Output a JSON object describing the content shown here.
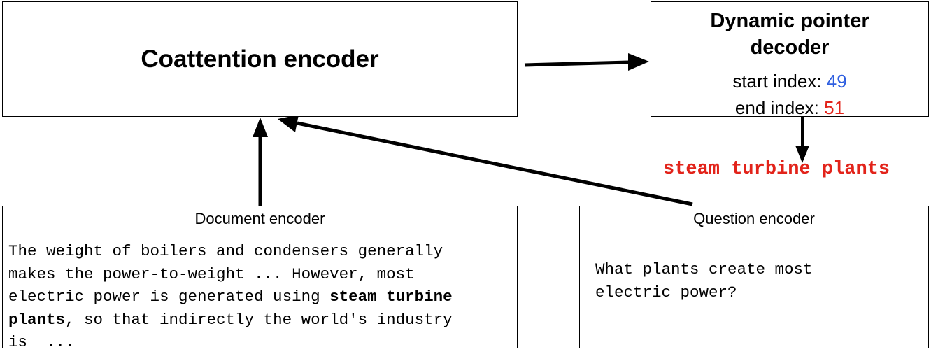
{
  "coattention": {
    "title": "Coattention encoder"
  },
  "decoder": {
    "title_line1": "Dynamic pointer",
    "title_line2": "decoder",
    "start_label": "start index: ",
    "start_value": "49",
    "end_label": "end index: ",
    "end_value": "51"
  },
  "answer": "steam turbine plants",
  "document_encoder": {
    "title": "Document encoder",
    "line1": "The weight of boilers and condensers generally",
    "line2": "makes the power-to-weight ... However, most",
    "line3_pre": "electric power is generated using ",
    "line3_bold": "steam turbine",
    "line4_bold": "plants",
    "line4_post": ", so that indirectly the world's industry",
    "line5": "is  ..."
  },
  "question_encoder": {
    "title": "Question encoder",
    "line1": "What plants create most",
    "line2": "electric power?"
  },
  "colors": {
    "start_index": "#2f5fe0",
    "end_index": "#e2231a",
    "answer": "#e2231a"
  }
}
